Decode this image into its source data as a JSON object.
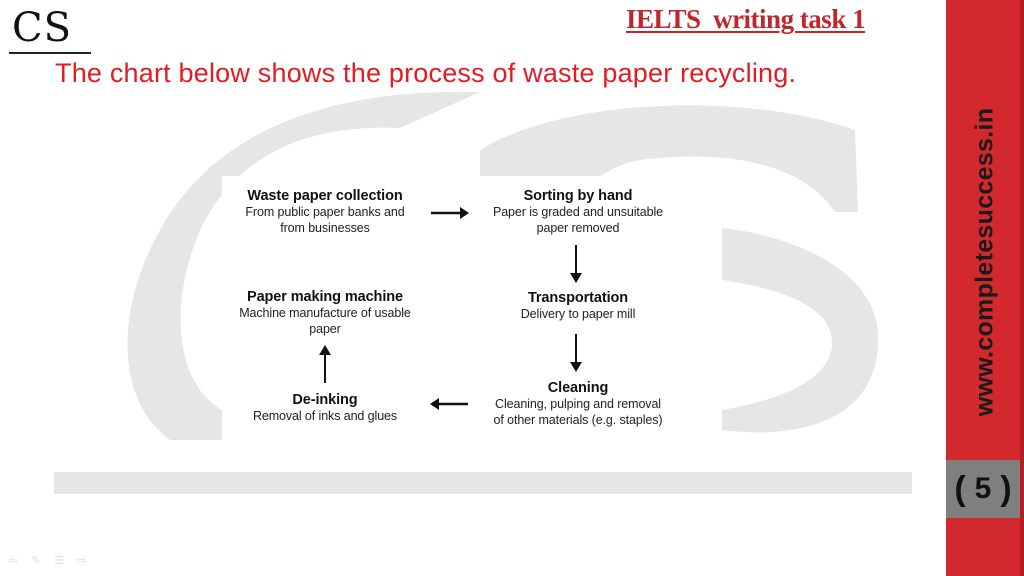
{
  "header": {
    "logo": "CS",
    "task_title": "IELTS  writing task 1",
    "subtitle": "The chart below shows the process of waste paper recycling."
  },
  "sidebar": {
    "url": "www.completesuccess.in",
    "page_number": "5",
    "paren_open": "(",
    "paren_close": ")",
    "colors": {
      "red": "#d4282f",
      "page_box": "#7f7f7f"
    }
  },
  "diagram": {
    "steps": [
      {
        "title": "Waste paper collection",
        "desc_line1": "From public paper banks and",
        "desc_line2": "from businesses"
      },
      {
        "title": "Sorting by hand",
        "desc_line1": "Paper is graded and unsuitable",
        "desc_line2": "paper removed"
      },
      {
        "title": "Transportation",
        "desc_line1": "Delivery to paper mill",
        "desc_line2": ""
      },
      {
        "title": "Cleaning",
        "desc_line1": "Cleaning, pulping and removal",
        "desc_line2": "of other materials (e.g. staples)"
      },
      {
        "title": "De-inking",
        "desc_line1": "Removal of inks and glues",
        "desc_line2": ""
      },
      {
        "title": "Paper making machine",
        "desc_line1": "Machine manufacture of usable",
        "desc_line2": "paper"
      }
    ],
    "flow": [
      "Waste paper collection → Sorting by hand",
      "Sorting by hand → Transportation",
      "Transportation → Cleaning",
      "Cleaning → De-inking",
      "De-inking → Paper making machine"
    ]
  },
  "colors": {
    "title_red": "#c0272d",
    "subtitle_red": "#e31b23",
    "watermark_gray": "#e6e6e6"
  },
  "nav": {
    "icons": [
      "back-arrow-icon",
      "pen-icon",
      "menu-icon",
      "forward-arrow-icon"
    ],
    "glyphs": [
      "⇦",
      "✎",
      "☰",
      "⇨"
    ]
  }
}
